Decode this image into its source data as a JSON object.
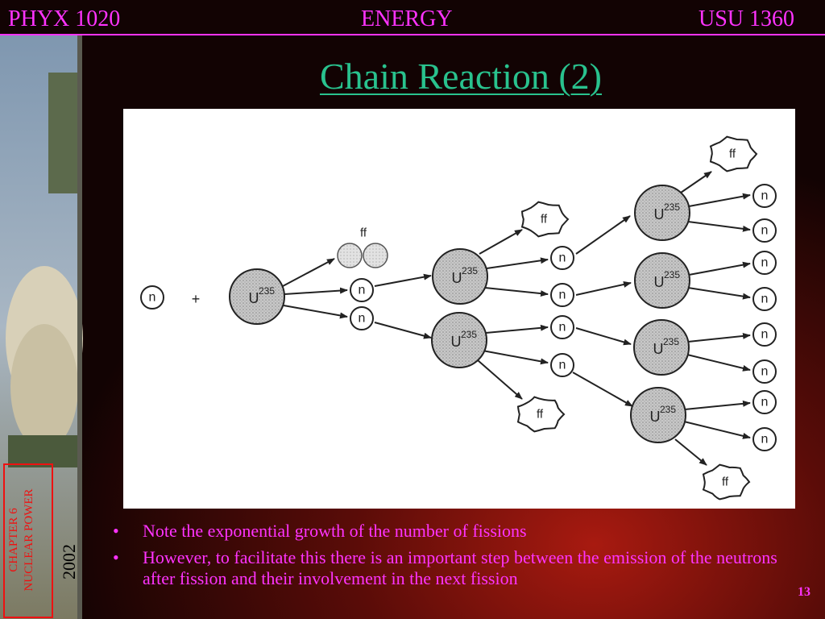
{
  "header": {
    "left": "PHYX 1020",
    "center": "ENERGY",
    "right": "USU 1360"
  },
  "title": "Chain Reaction (2)",
  "diagram": {
    "labels": {
      "neutron": "n",
      "plus": "+",
      "uranium": "U",
      "uranium_sup": "235",
      "fragment": "ff"
    }
  },
  "bullets": [
    "Note the exponential growth of the number of fissions",
    "However, to facilitate this there is an important step between the emission of the neutrons after fission and their involvement in the next fission"
  ],
  "side": {
    "chapter_line1": "CHAPTER 6",
    "chapter_line2": "NUCLEAR POWER",
    "year": "2002"
  },
  "page_number": "13",
  "colors": {
    "header": "#ff33ff",
    "title": "#29c28e",
    "side": "#ee1111"
  }
}
